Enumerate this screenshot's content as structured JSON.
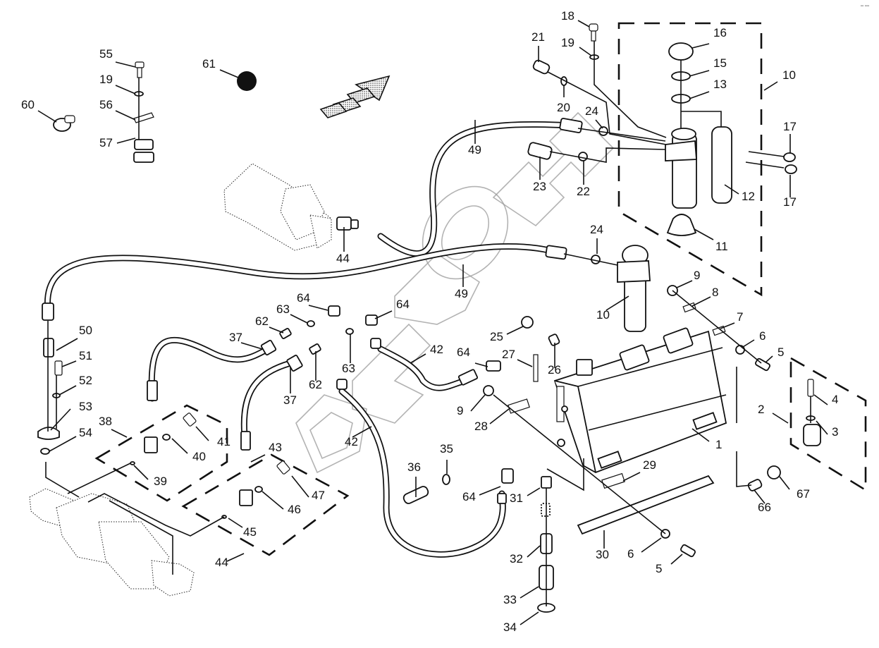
{
  "diagram": {
    "type": "exploded-parts-diagram",
    "subject": "hydraulic tank and filter assembly",
    "corner_mark": "▪▪ ▪▪▪",
    "watermark_text": "ЗУБЗОН",
    "colors": {
      "ink": "#111111",
      "background": "#ffffff",
      "watermark": "#9a9a9a"
    },
    "callouts": [
      {
        "id": "c55",
        "label": "55"
      },
      {
        "id": "c19a",
        "label": "19"
      },
      {
        "id": "c56",
        "label": "56"
      },
      {
        "id": "c57",
        "label": "57"
      },
      {
        "id": "c60",
        "label": "60"
      },
      {
        "id": "c61",
        "label": "61"
      },
      {
        "id": "c18",
        "label": "18"
      },
      {
        "id": "c19b",
        "label": "19"
      },
      {
        "id": "c21",
        "label": "21"
      },
      {
        "id": "c20",
        "label": "20"
      },
      {
        "id": "c24a",
        "label": "24"
      },
      {
        "id": "c23",
        "label": "23"
      },
      {
        "id": "c22",
        "label": "22"
      },
      {
        "id": "c49a",
        "label": "49"
      },
      {
        "id": "c44a",
        "label": "44"
      },
      {
        "id": "c16",
        "label": "16"
      },
      {
        "id": "c15",
        "label": "15"
      },
      {
        "id": "c13",
        "label": "13"
      },
      {
        "id": "c10a",
        "label": "10"
      },
      {
        "id": "c17a",
        "label": "17"
      },
      {
        "id": "c17b",
        "label": "17"
      },
      {
        "id": "c12",
        "label": "12"
      },
      {
        "id": "c11",
        "label": "11"
      },
      {
        "id": "c24b",
        "label": "24"
      },
      {
        "id": "c49b",
        "label": "49"
      },
      {
        "id": "c10b",
        "label": "10"
      },
      {
        "id": "c9a",
        "label": "9"
      },
      {
        "id": "c8",
        "label": "8"
      },
      {
        "id": "c7",
        "label": "7"
      },
      {
        "id": "c6a",
        "label": "6"
      },
      {
        "id": "c5a",
        "label": "5"
      },
      {
        "id": "c4",
        "label": "4"
      },
      {
        "id": "c2",
        "label": "2"
      },
      {
        "id": "c3",
        "label": "3"
      },
      {
        "id": "c1",
        "label": "1"
      },
      {
        "id": "c67",
        "label": "67"
      },
      {
        "id": "c66",
        "label": "66"
      },
      {
        "id": "c50",
        "label": "50"
      },
      {
        "id": "c51",
        "label": "51"
      },
      {
        "id": "c52",
        "label": "52"
      },
      {
        "id": "c53",
        "label": "53"
      },
      {
        "id": "c54",
        "label": "54"
      },
      {
        "id": "c38",
        "label": "38"
      },
      {
        "id": "c41",
        "label": "41"
      },
      {
        "id": "c40",
        "label": "40"
      },
      {
        "id": "c39",
        "label": "39"
      },
      {
        "id": "c64a",
        "label": "64"
      },
      {
        "id": "c63a",
        "label": "63"
      },
      {
        "id": "c62a",
        "label": "62"
      },
      {
        "id": "c37a",
        "label": "37"
      },
      {
        "id": "c37b",
        "label": "37"
      },
      {
        "id": "c62b",
        "label": "62"
      },
      {
        "id": "c63b",
        "label": "63"
      },
      {
        "id": "c64b",
        "label": "64"
      },
      {
        "id": "c42a",
        "label": "42"
      },
      {
        "id": "c42b",
        "label": "42"
      },
      {
        "id": "c43",
        "label": "43"
      },
      {
        "id": "c47",
        "label": "47"
      },
      {
        "id": "c46",
        "label": "46"
      },
      {
        "id": "c45",
        "label": "45"
      },
      {
        "id": "c44b",
        "label": "44"
      },
      {
        "id": "c25",
        "label": "25"
      },
      {
        "id": "c27",
        "label": "27"
      },
      {
        "id": "c26",
        "label": "26"
      },
      {
        "id": "c64c",
        "label": "64"
      },
      {
        "id": "c9b",
        "label": "9"
      },
      {
        "id": "c28",
        "label": "28"
      },
      {
        "id": "c36",
        "label": "36"
      },
      {
        "id": "c35",
        "label": "35"
      },
      {
        "id": "c64d",
        "label": "64"
      },
      {
        "id": "c31",
        "label": "31"
      },
      {
        "id": "c29",
        "label": "29"
      },
      {
        "id": "c30",
        "label": "30"
      },
      {
        "id": "c32",
        "label": "32"
      },
      {
        "id": "c33",
        "label": "33"
      },
      {
        "id": "c34",
        "label": "34"
      },
      {
        "id": "c6b",
        "label": "6"
      },
      {
        "id": "c5b",
        "label": "5"
      }
    ]
  }
}
